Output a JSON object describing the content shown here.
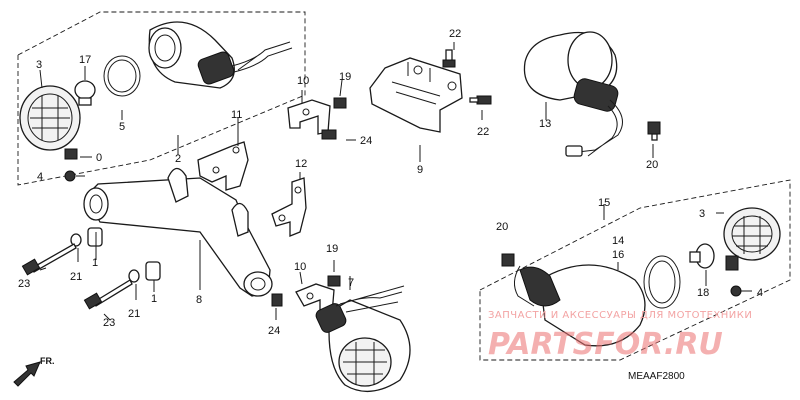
{
  "callouts": {
    "n22_top": "22",
    "n17": "17",
    "n3_left": "3",
    "n5": "5",
    "n2": "2",
    "n0": "0",
    "n4_left": "4",
    "n10_top": "10",
    "n19_top": "19",
    "n11": "11",
    "n24_top": "24",
    "n9": "9",
    "n22_mid": "22",
    "n13": "13",
    "n20_right": "20",
    "n12": "12",
    "n15": "15",
    "n3_right": "3",
    "n20_mid": "20",
    "n14": "14",
    "n16": "16",
    "n18": "18",
    "n4_right": "4",
    "n23_top": "23",
    "n21_top": "21",
    "n1_top": "1",
    "n8": "8",
    "n23_bot": "23",
    "n21_bot": "21",
    "n1_bot": "1",
    "n19_bot": "19",
    "n10_bot": "10",
    "n7": "7",
    "n24_bot": "24"
  },
  "watermark": {
    "tagline": "ЗАПЧАСТИ И АКСЕССУАРЫ ДЛЯ МОТОТЕХНИКИ",
    "brand": "PARTSFOR.RU"
  },
  "diagram_code": "MEAAF2800",
  "direction_label": "FR."
}
